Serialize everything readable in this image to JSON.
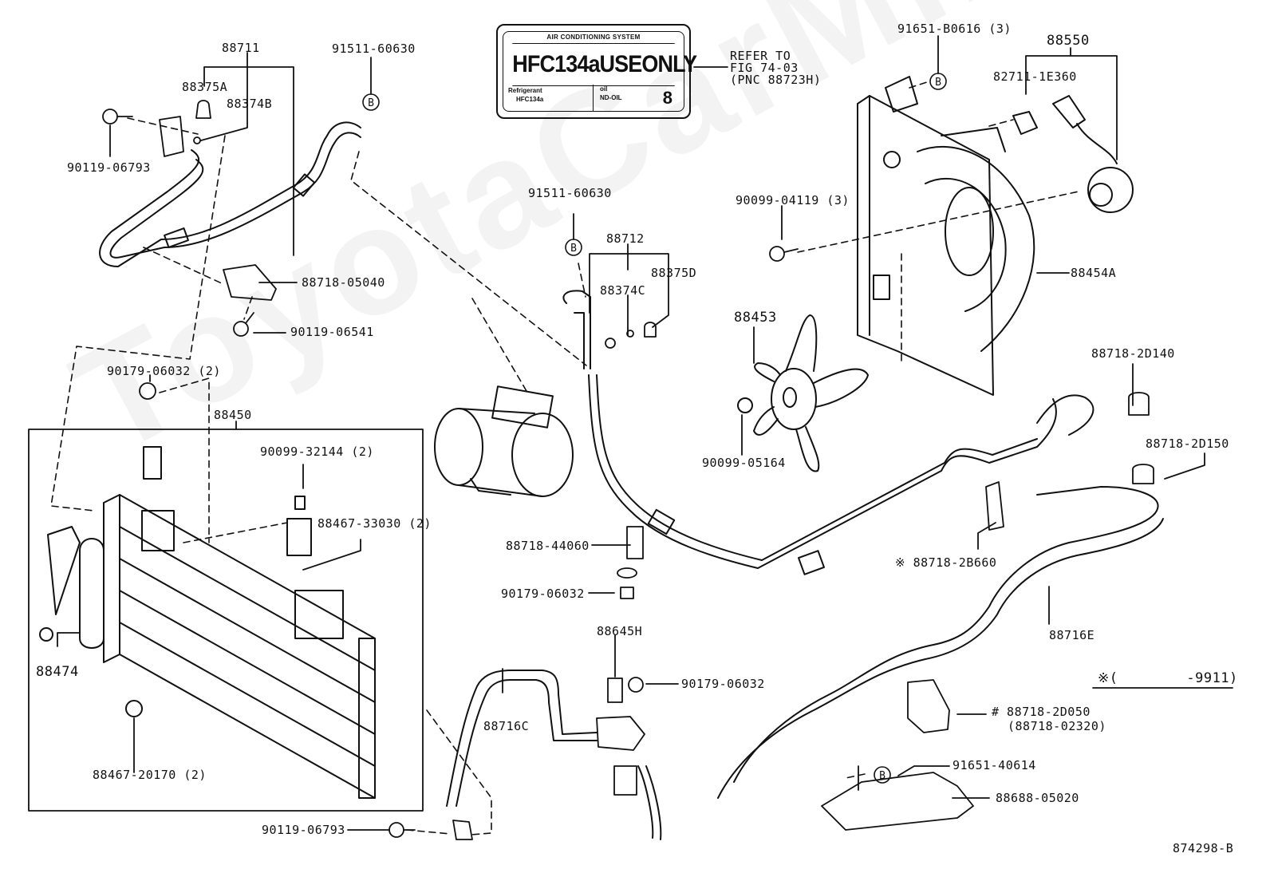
{
  "figure_id": "874298-B",
  "watermark": "ToyotaCarMinsk.ru",
  "plate": {
    "header": "AIR CONDITIONING SYSTEM",
    "main": "HFC134aUSEONLY",
    "refrigerant_label": "Refrigerant",
    "refrigerant_value": "HFC134a",
    "oil_label": "oil",
    "oil_value": "ND-OIL",
    "number": "8",
    "refer_lines": [
      "REFER TO",
      "FIG 74-03",
      "(PNC 88723H)"
    ]
  },
  "footnote": {
    "symbol": "※",
    "text": "(        -9911)"
  },
  "labels": {
    "p88711": "88711",
    "p88375A": "88375A",
    "p88374B": "88374B",
    "p90119_06793_top": "90119-06793",
    "p91511_60630_top": "91511-60630",
    "p88718_05040": "88718-05040",
    "p90119_06541": "90119-06541",
    "p90179_06032_2": "90179-06032 (2)",
    "p88450": "88450",
    "p90099_32144": "90099-32144 (2)",
    "p88467_33030": "88467-33030 (2)",
    "p88474": "88474",
    "p88467_20170": "88467-20170 (2)",
    "p90119_06793_bottom": "90119-06793",
    "p91511_60630_mid": "91511-60630",
    "p88712": "88712",
    "p88374C": "88374C",
    "p88375D": "88375D",
    "p88718_44060": "88718-44060",
    "p90179_06032_mid": "90179-06032",
    "p88645H": "88645H",
    "p90179_06032_low": "90179-06032",
    "p88716C": "88716C",
    "p91651_B0616": "91651-B0616 (3)",
    "p88550": "88550",
    "p82711_1E360": "82711-1E360",
    "p90099_04119": "90099-04119 (3)",
    "p88454A": "88454A",
    "p88453": "88453",
    "p90099_05164": "90099-05164",
    "p88718_2D140": "88718-2D140",
    "p88718_2D150": "88718-2D150",
    "p88718_2B660": "※ 88718-2B660",
    "p88716E": "88716E",
    "p88718_2D050": "# 88718-2D050",
    "p88718_02320": "(88718-02320)",
    "p91651_40614": "91651-40614",
    "p88688_05020": "88688-05020"
  },
  "callout_marker": "B"
}
